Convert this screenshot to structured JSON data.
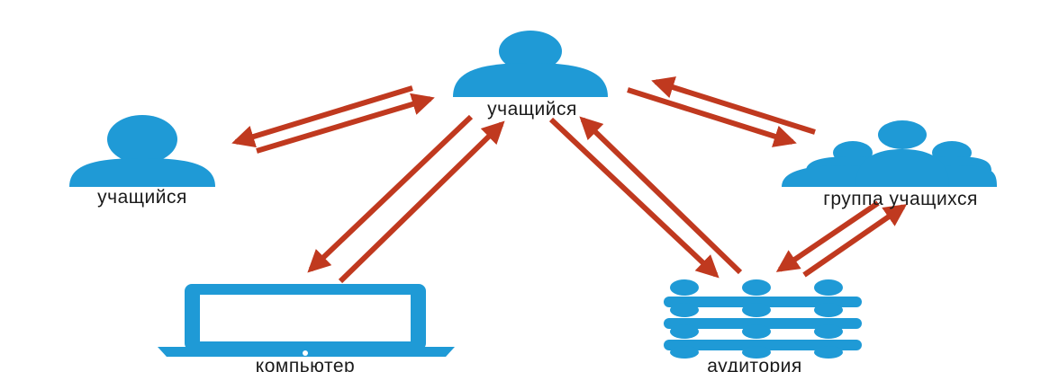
{
  "colors": {
    "figure": "#1f9ad6",
    "figure_dark": "#1588c2",
    "arrow": "#c0391f",
    "background": "#ffffff",
    "text": "#1a1a1a"
  },
  "nodes": {
    "center_student": {
      "label": "учащийся",
      "icon": "person-icon"
    },
    "left_student": {
      "label": "учащийся",
      "icon": "person-icon"
    },
    "student_group": {
      "label": "группа учащихся",
      "icon": "group-icon"
    },
    "computer": {
      "label": "компьютер",
      "icon": "laptop-icon"
    },
    "audience": {
      "label": "аудитория",
      "icon": "crowd-icon"
    }
  }
}
